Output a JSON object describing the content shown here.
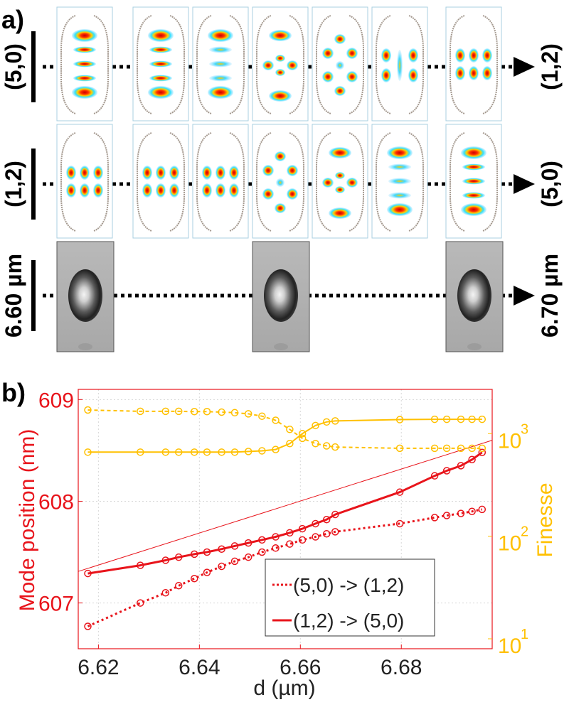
{
  "panel_a": {
    "label": "a)",
    "rows": [
      {
        "start": "(5,0)",
        "end": "(1,2)",
        "frames": 7
      },
      {
        "start": "(1,2)",
        "end": "(5,0)",
        "frames": 7
      },
      {
        "start": "6.60 µm",
        "end": "6.70 µm",
        "frames": 3
      }
    ]
  },
  "panel_b": {
    "label": "b)"
  },
  "colors": {
    "red": "#e8141b",
    "yellow": "#ffc000",
    "grid": "#d8d8d8",
    "black": "#000000"
  },
  "chart_data": {
    "type": "line",
    "xlabel": "d (µm)",
    "ylabel_left": "Mode position (nm)",
    "ylabel_right": "Finesse",
    "xlim": [
      6.616,
      6.698
    ],
    "ylim_left": [
      606.55,
      609.1
    ],
    "ylim_right_log": [
      8,
      2700
    ],
    "x_ticks": [
      6.62,
      6.64,
      6.66,
      6.68
    ],
    "x_tick_labels": [
      "6.62",
      "6.64",
      "6.66",
      "6.68"
    ],
    "y_left_ticks": [
      607,
      608,
      609
    ],
    "y_left_tick_labels": [
      "607",
      "608",
      "609"
    ],
    "y_right_ticks": [
      10,
      100,
      1000
    ],
    "y_right_tick_labels": [
      "10",
      "10",
      "10"
    ],
    "y_right_tick_exponents": [
      "1",
      "2",
      "3"
    ],
    "grid": true,
    "legend_position": "bottom-right",
    "legend": [
      {
        "label": "(5,0) -> (1,2)",
        "style": "dotted"
      },
      {
        "label": "(1,2) -> (5,0)",
        "style": "solid"
      }
    ],
    "series": [
      {
        "name": "(5,0) -> (1,2)",
        "axis": "left",
        "color": "#e8141b",
        "style": "dotted",
        "x": [
          6.6179,
          6.6283,
          6.6333,
          6.6359,
          6.639,
          6.6415,
          6.6444,
          6.647,
          6.6497,
          6.6524,
          6.6551,
          6.6579,
          6.6604,
          6.663,
          6.6652,
          6.6669,
          6.6797,
          6.6866,
          6.689,
          6.6918,
          6.694,
          6.696
        ],
        "y": [
          606.77,
          607.0,
          607.1,
          607.17,
          607.24,
          607.3,
          607.36,
          607.41,
          607.45,
          607.5,
          607.54,
          607.58,
          607.62,
          607.65,
          607.68,
          607.7,
          607.78,
          607.84,
          607.86,
          607.88,
          607.9,
          607.92
        ]
      },
      {
        "name": "(1,2) -> (5,0)",
        "axis": "left",
        "color": "#e8141b",
        "style": "solid",
        "x": [
          6.6179,
          6.6283,
          6.6333,
          6.6359,
          6.639,
          6.6415,
          6.6444,
          6.647,
          6.6497,
          6.6524,
          6.6551,
          6.6579,
          6.6604,
          6.663,
          6.6652,
          6.6669,
          6.6797,
          6.6866,
          6.689,
          6.6918,
          6.694,
          6.696
        ],
        "y": [
          607.29,
          607.37,
          607.42,
          607.45,
          607.48,
          607.5,
          607.53,
          607.56,
          607.59,
          607.62,
          607.65,
          607.69,
          607.73,
          607.78,
          607.82,
          607.87,
          608.09,
          608.25,
          608.3,
          608.35,
          608.41,
          608.48
        ]
      },
      {
        "name": "",
        "axis": "left",
        "color": "#e8141b",
        "style": "thin-solid",
        "x": [
          6.616,
          6.698
        ],
        "y": [
          607.31,
          608.6
        ]
      },
      {
        "name": "",
        "axis": "right",
        "color": "#ffc000",
        "style": "dashed",
        "x": [
          6.6179,
          6.6283,
          6.6333,
          6.6359,
          6.639,
          6.6415,
          6.6444,
          6.647,
          6.6497,
          6.6524,
          6.6551,
          6.6579,
          6.6604,
          6.663,
          6.6652,
          6.6669,
          6.6797,
          6.6866,
          6.689,
          6.6918,
          6.694,
          6.696
        ],
        "y": [
          1700,
          1650,
          1650,
          1650,
          1640,
          1640,
          1620,
          1600,
          1560,
          1480,
          1350,
          1100,
          900,
          800,
          760,
          740,
          720,
          720,
          720,
          720,
          720,
          720
        ]
      },
      {
        "name": "",
        "axis": "right",
        "color": "#ffc000",
        "style": "solid",
        "x": [
          6.6179,
          6.6283,
          6.6333,
          6.6359,
          6.639,
          6.6415,
          6.6444,
          6.647,
          6.6497,
          6.6524,
          6.6551,
          6.6579,
          6.6604,
          6.663,
          6.6652,
          6.6669,
          6.6797,
          6.6866,
          6.689,
          6.6918,
          6.694,
          6.696
        ],
        "y": [
          660,
          660,
          660,
          660,
          660,
          660,
          660,
          660,
          670,
          680,
          700,
          800,
          1000,
          1200,
          1300,
          1330,
          1370,
          1380,
          1380,
          1380,
          1380,
          1380
        ]
      }
    ]
  }
}
